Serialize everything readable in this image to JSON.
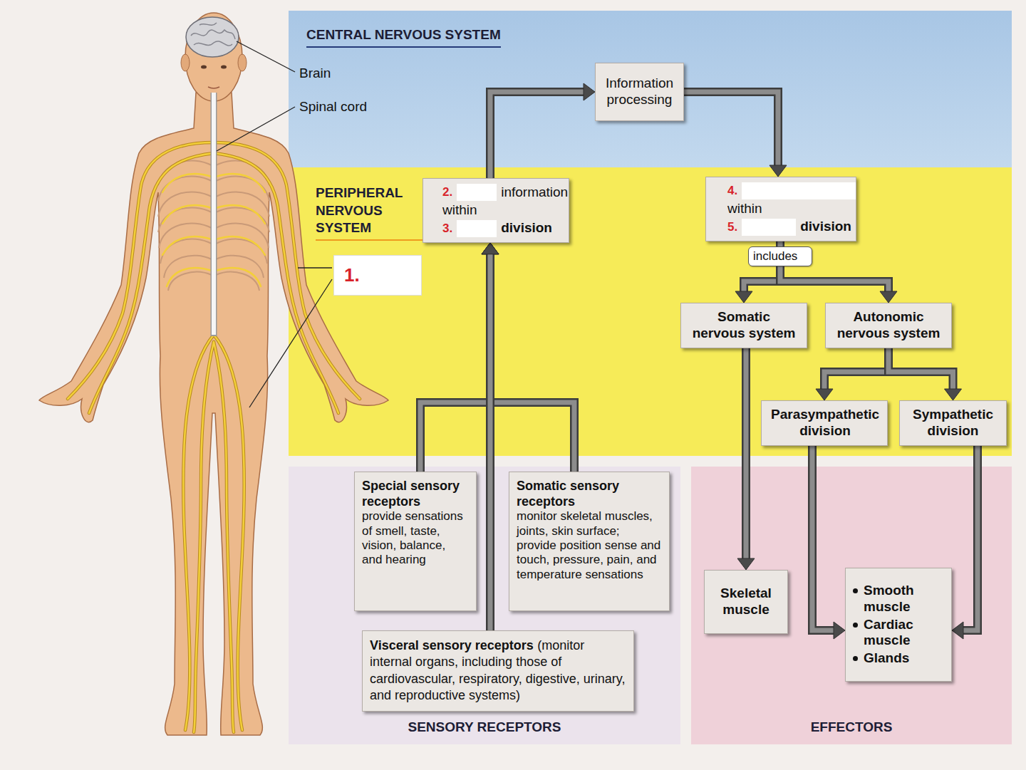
{
  "diagram": {
    "nodes": [
      {
        "text": [
          "CENTRAL NERVOUS SYSTEM"
        ]
      },
      {
        "text": [
          "Information processing"
        ],
        "in": 0
      },
      {
        "text": [
          "PERIPHERAL NERVOUS SYSTEM"
        ]
      },
      {
        "text": [
          "2.",
          "information",
          "within",
          "3.",
          "division"
        ],
        "in": 2
      },
      {
        "text": [
          "4.",
          "within",
          "5.",
          "division"
        ],
        "in": 2
      },
      {
        "text": [
          "includes"
        ],
        "in": 2
      },
      {
        "text": [
          "Somatic nervous system"
        ],
        "in": 2
      },
      {
        "text": [
          "Autonomic nervous system"
        ],
        "in": 2
      },
      {
        "text": [
          "Parasympathetic division"
        ],
        "in": 2
      },
      {
        "text": [
          "Sympathetic division"
        ],
        "in": 2
      },
      {
        "text": [
          "SENSORY RECEPTORS"
        ]
      },
      {
        "text": [
          "Special sensory receptors",
          "provide sensations of smell, taste, vision, balance, and hearing"
        ],
        "in": 10
      },
      {
        "text": [
          "Somatic sensory receptors",
          "monitor skeletal muscles, joints, skin surface; provide position sense and touch, pressure, pain, and temperature sensations"
        ],
        "in": 10
      },
      {
        "text": [
          "Visceral sensory receptors",
          "(monitor internal organs, including those of cardiovascular, respiratory, digestive, urinary, and reproductive systems)"
        ],
        "in": 10
      },
      {
        "text": [
          "EFFECTORS"
        ]
      },
      {
        "text": [
          "Skeletal muscle"
        ],
        "in": 14
      },
      {
        "text": [
          "Smooth muscle",
          "Cardiac muscle",
          "Glands"
        ],
        "in": 14
      },
      {
        "text": [
          "1."
        ]
      }
    ],
    "edges": [
      {
        "from": 11,
        "to": 3,
        "arrow": "to"
      },
      {
        "from": 12,
        "to": 3,
        "arrow": "to"
      },
      {
        "from": 13,
        "to": 3,
        "arrow": "to"
      },
      {
        "from": 3,
        "to": 1,
        "arrow": "to"
      },
      {
        "from": 1,
        "to": 4,
        "arrow": "to"
      },
      {
        "from": 4,
        "to": 5,
        "arrow": "none"
      },
      {
        "from": 5,
        "to": 6,
        "arrow": "to"
      },
      {
        "from": 5,
        "to": 7,
        "arrow": "to"
      },
      {
        "from": 7,
        "to": 8,
        "arrow": "to"
      },
      {
        "from": 7,
        "to": 9,
        "arrow": "to"
      },
      {
        "from": 6,
        "to": 15,
        "arrow": "to"
      },
      {
        "from": 8,
        "to": 16,
        "arrow": "to"
      },
      {
        "from": 9,
        "to": 16,
        "arrow": "to"
      }
    ],
    "labels": [
      "Brain",
      "Spinal cord"
    ]
  }
}
